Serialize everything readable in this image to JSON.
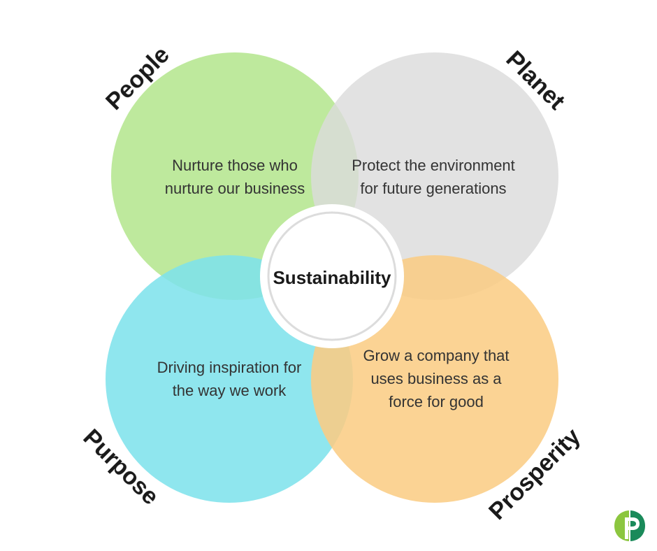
{
  "center": {
    "label": "Sustainability"
  },
  "quadrants": [
    {
      "id": "people",
      "label": "People",
      "color": "#b5e690",
      "lines": [
        "Nurture those who",
        "nurture our business"
      ]
    },
    {
      "id": "planet",
      "label": "Planet",
      "color": "#dcdcdc",
      "lines": [
        "Protect the environment",
        "for future generations"
      ]
    },
    {
      "id": "purpose",
      "label": "Purpose",
      "color": "#7fe3ec",
      "lines": [
        "Driving inspiration for",
        "the way we work"
      ]
    },
    {
      "id": "prosperity",
      "label": "Prosperity",
      "color": "#fbcd85",
      "lines": [
        "Grow a company that",
        "uses business as a",
        "force for good"
      ]
    }
  ],
  "logo": {
    "icon": "leaf-p-logo-icon",
    "colors": [
      "#8cc63f",
      "#1a8a5a"
    ]
  }
}
